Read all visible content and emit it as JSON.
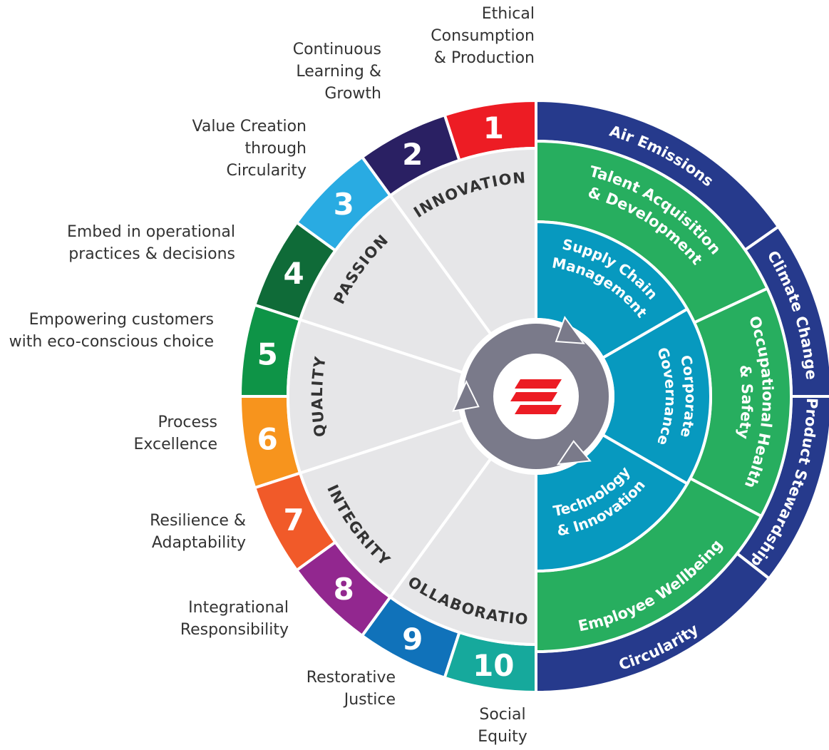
{
  "colors": {
    "navy": "#263a8c",
    "green": "#27ae5f",
    "teal": "#0799bf",
    "grey_seg": "#e6e6e8",
    "red": "#ec1c24"
  },
  "numbered_items": [
    {
      "num": "1",
      "label": "Ethical\nConsumption\n& Production",
      "color": "#ed1c24"
    },
    {
      "num": "2",
      "label": "Continuous\nLearning &\nGrowth",
      "color": "#2a2063"
    },
    {
      "num": "3",
      "label": "Value Creation\nthrough\nCircularity",
      "color": "#29abe2"
    },
    {
      "num": "4",
      "label": "Embed in operational\npractices & decisions",
      "color": "#0f6b38"
    },
    {
      "num": "5",
      "label": "Empowering customers\nwith eco-conscious choice",
      "color": "#0e9447"
    },
    {
      "num": "6",
      "label": "Process\nExcellence",
      "color": "#f7941d"
    },
    {
      "num": "7",
      "label": "Resilience &\nAdaptability",
      "color": "#f15a29"
    },
    {
      "num": "8",
      "label": "Integrational\nResponsibility",
      "color": "#92278f"
    },
    {
      "num": "9",
      "label": "Restorative\nJustice",
      "color": "#1072ba"
    },
    {
      "num": "10",
      "label": "Social\nEquity",
      "color": "#16a99c"
    }
  ],
  "values": [
    "INNOVATION",
    "PASSION",
    "QUALITY",
    "INTEGRITY",
    "COLLABORATION"
  ],
  "environment_ring": [
    "Air Emissions",
    "Climate Change",
    "Product Stewardship",
    "Circularity"
  ],
  "social_ring": [
    [
      "Talent Acquisition",
      "& Development"
    ],
    [
      "Occupational Health",
      "& Safety"
    ],
    [
      "Employee Wellbeing"
    ]
  ],
  "governance_ring": [
    [
      "Supply Chain",
      "Management"
    ],
    [
      "Corporate",
      "Governance"
    ],
    [
      "Technology",
      "& Innovation"
    ]
  ]
}
